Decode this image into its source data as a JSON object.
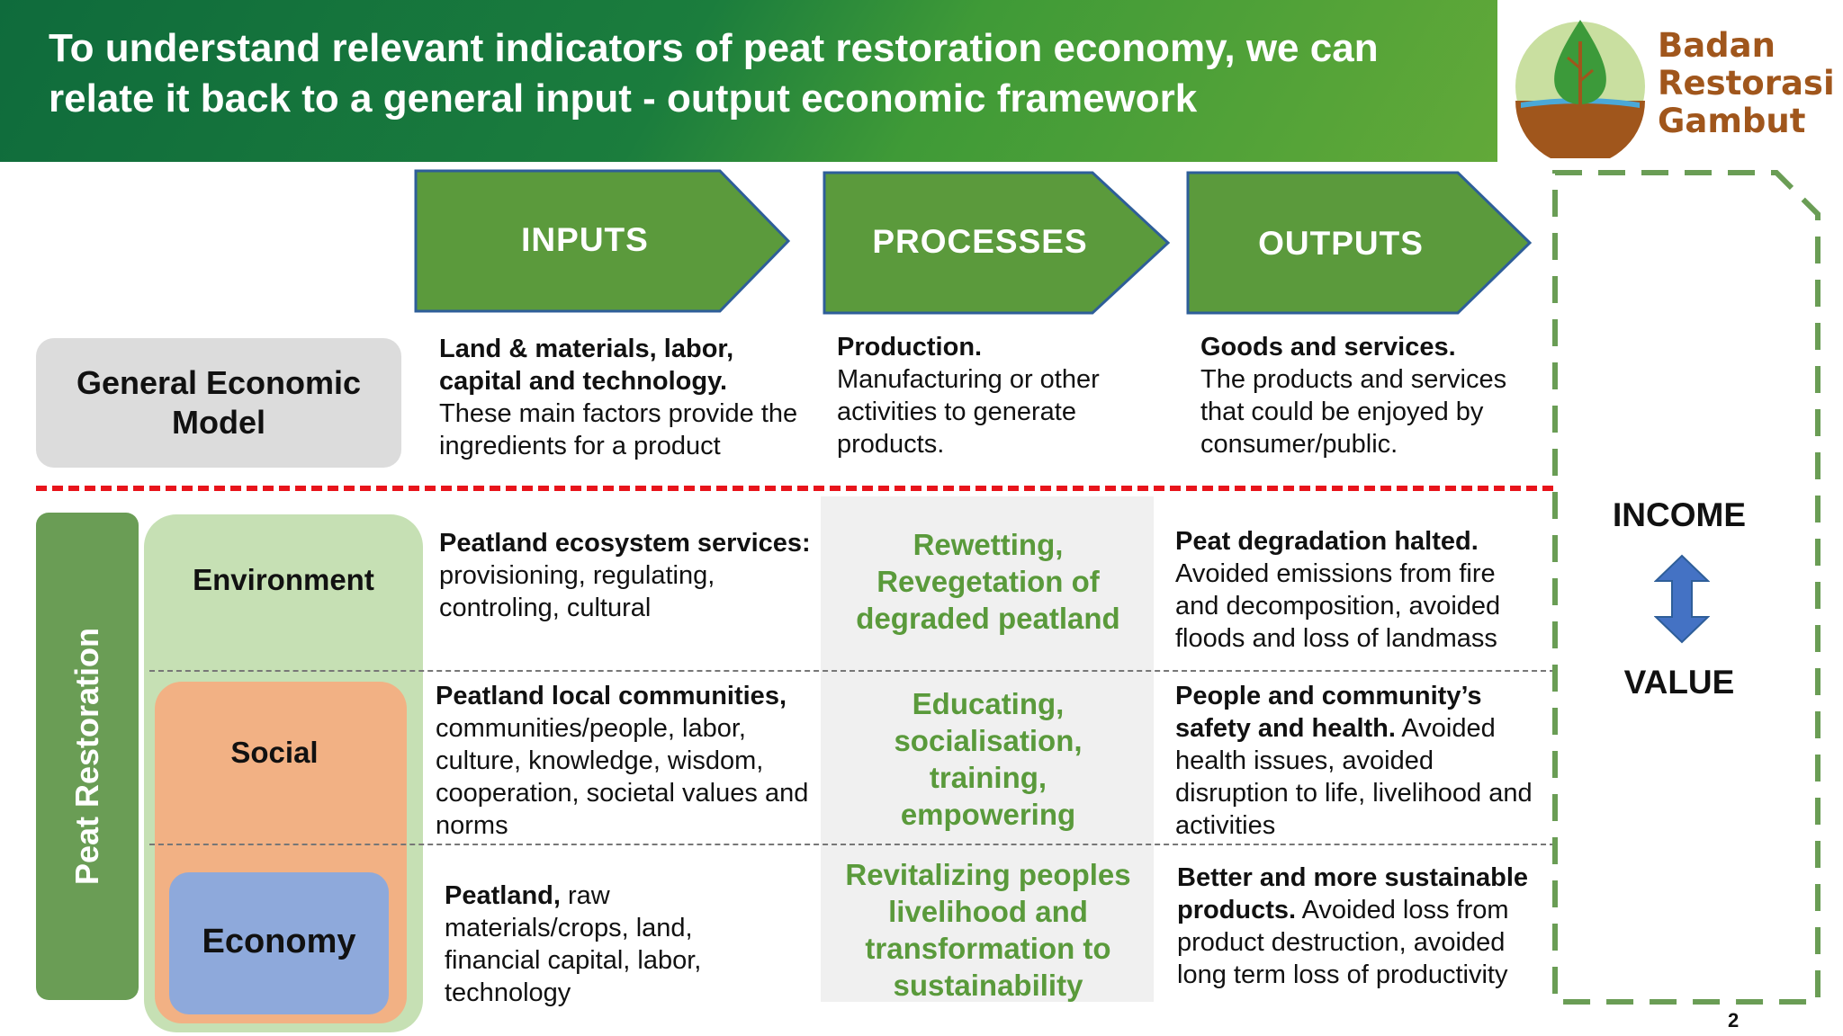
{
  "header": {
    "title": "To understand relevant indicators of peat restoration economy, we can relate it back to a general input - output economic framework"
  },
  "logo": {
    "line1": "Badan",
    "line2": "Restorasi",
    "line3": "Gambut"
  },
  "columns": {
    "inputs": "INPUTS",
    "processes": "PROCESSES",
    "outputs": "OUTPUTS"
  },
  "general_model": {
    "label": "General Economic Model",
    "inputs_bold": "Land & materials, labor, capital and technology.",
    "inputs_text": "These main factors provide the ingredients for a product",
    "processes_bold": "Production.",
    "processes_text": "Manufacturing or other activities to generate products.",
    "outputs_bold": "Goods and services.",
    "outputs_text": "The products and services that could be enjoyed by consumer/public."
  },
  "peat": {
    "label": "Peat Restoration",
    "rows": [
      {
        "segment": "Environment",
        "input_bold": "Peatland ecosystem services:",
        "input_text": " provisioning, regulating, controling, cultural",
        "process": "Rewetting, Revegetation of degraded peatland",
        "output_bold": "Peat degradation halted.",
        "output_text": " Avoided emissions from fire and decomposition, avoided floods and loss of landmass"
      },
      {
        "segment": "Social",
        "input_bold": "Peatland local communities,",
        "input_text": " communities/people, labor, culture, knowledge, wisdom, cooperation, societal values and norms",
        "process": "Educating, socialisation, training, empowering",
        "output_bold": "People and community’s safety and health.",
        "output_text": " Avoided health issues, avoided disruption to life, livelihood and activities"
      },
      {
        "segment": "Economy",
        "input_bold": "Peatland,",
        "input_text": " raw materials/crops, land, financial capital, labor, technology",
        "process": "Revitalizing peoples livelihood and transformation to sustainability",
        "output_bold": "Better and more sustainable products.",
        "output_text": " Avoided loss from product destruction, avoided long term loss of productivity"
      }
    ]
  },
  "income_value": {
    "top": "INCOME",
    "bottom": "VALUE"
  },
  "page_number": "2",
  "colors": {
    "header_dark": "#0f6b3c",
    "header_light": "#62a939",
    "chevron": "#5b9a3c",
    "chevron_border": "#2e5e99",
    "red_dash": "#e8141b",
    "green_frame": "#6a9d55",
    "process_text": "#5a9a3b",
    "arrow": "#4472c4",
    "logo_text": "#a0561c"
  }
}
